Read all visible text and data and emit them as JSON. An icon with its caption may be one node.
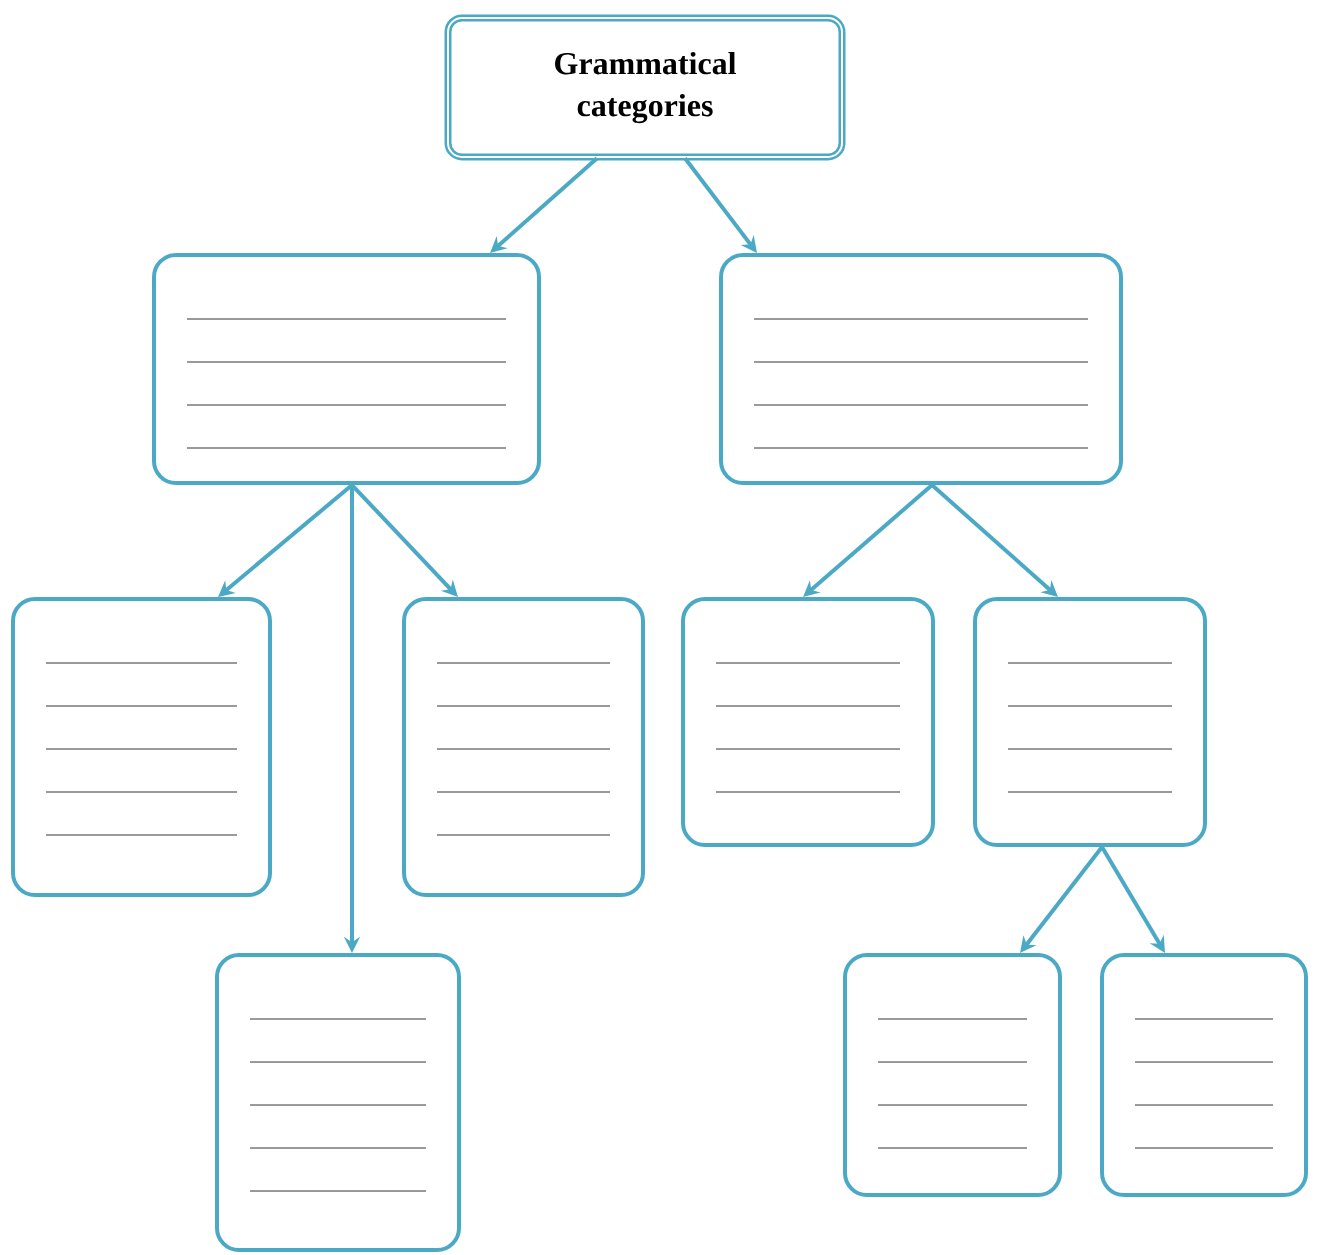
{
  "diagram": {
    "nodes": [
      {
        "text": [
          "Grammatical categories"
        ]
      },
      {
        "text": [],
        "shape": "box"
      },
      {
        "text": [],
        "shape": "box"
      },
      {
        "text": [],
        "shape": "box"
      },
      {
        "text": [],
        "shape": "box"
      },
      {
        "text": [],
        "shape": "box"
      },
      {
        "text": [],
        "shape": "box"
      },
      {
        "text": [],
        "shape": "box"
      },
      {
        "text": [],
        "shape": "box"
      },
      {
        "text": [],
        "shape": "box"
      }
    ],
    "edges": [
      {
        "from": 0,
        "to": 1,
        "arrow": "to"
      },
      {
        "from": 0,
        "to": 2,
        "arrow": "to"
      },
      {
        "from": 1,
        "to": 3,
        "arrow": "to"
      },
      {
        "from": 1,
        "to": 7,
        "arrow": "to"
      },
      {
        "from": 1,
        "to": 4,
        "arrow": "to"
      },
      {
        "from": 2,
        "to": 5,
        "arrow": "to"
      },
      {
        "from": 2,
        "to": 6,
        "arrow": "to"
      },
      {
        "from": 6,
        "to": 8,
        "arrow": "to"
      },
      {
        "from": 6,
        "to": 9,
        "arrow": "to"
      }
    ]
  }
}
